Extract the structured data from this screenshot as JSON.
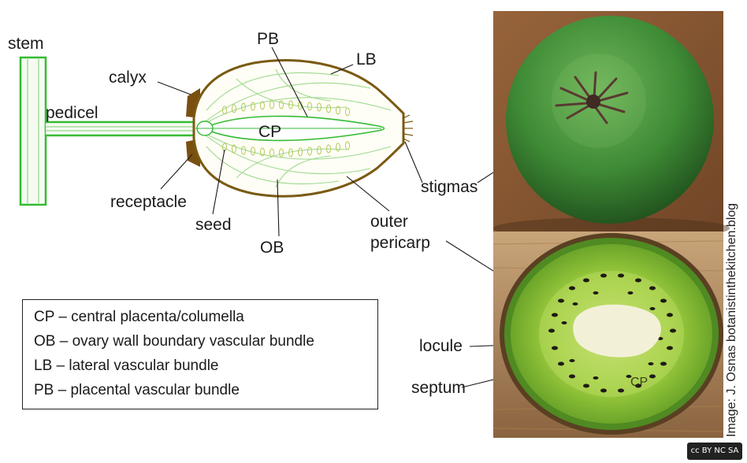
{
  "labels": {
    "stem": "stem",
    "calyx": "calyx",
    "pedicel": "pedicel",
    "pb": "PB",
    "lb": "LB",
    "cp": "CP",
    "stigmas": "stigmas",
    "receptacle": "receptacle",
    "seed": "seed",
    "ob": "OB",
    "outer_pericarp_1": "outer",
    "outer_pericarp_2": "pericarp",
    "locule": "locule",
    "septum": "septum",
    "cp_photo": "CP"
  },
  "key": [
    "CP – central placenta/columella",
    "OB – ovary wall boundary vascular bundle",
    "LB – lateral vascular bundle",
    "PB – placental vascular bundle"
  ],
  "credit": "Image: J. Osnas botanistinthekitchen.blog",
  "license_badge": "cc BY NC SA",
  "colors": {
    "vascular_green": "#33bb33",
    "fruit_outline": "#7a5a12",
    "calyx_brown": "#7a5010",
    "kiwi_skin": "#4a9a3a",
    "kiwi_flesh": "#8cc43c",
    "kiwi_core": "#f3f0d8",
    "wood": "#8a5a36"
  }
}
